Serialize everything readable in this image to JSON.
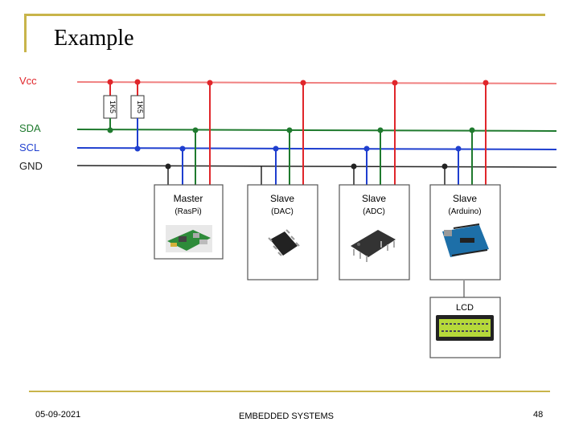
{
  "slide": {
    "title": "Example",
    "footer": {
      "date": "05-09-2021",
      "center": "EMBEDDED SYSTEMS",
      "page": "48"
    }
  },
  "bus": {
    "vcc": "Vcc",
    "sda": "SDA",
    "scl": "SCL",
    "gnd": "GND"
  },
  "resistors": [
    "1K5",
    "1K5"
  ],
  "devices": [
    {
      "role": "Master",
      "name": "(RasPi)"
    },
    {
      "role": "Slave",
      "name": "(DAC)"
    },
    {
      "role": "Slave",
      "name": "(ADC)"
    },
    {
      "role": "Slave",
      "name": "(Arduino)"
    }
  ],
  "lcd": {
    "label": "LCD"
  },
  "colors": {
    "vcc": "#e0262b",
    "sda": "#1f7a2e",
    "scl": "#1f3fcf",
    "gnd": "#222222",
    "accent": "#c8b44a"
  }
}
